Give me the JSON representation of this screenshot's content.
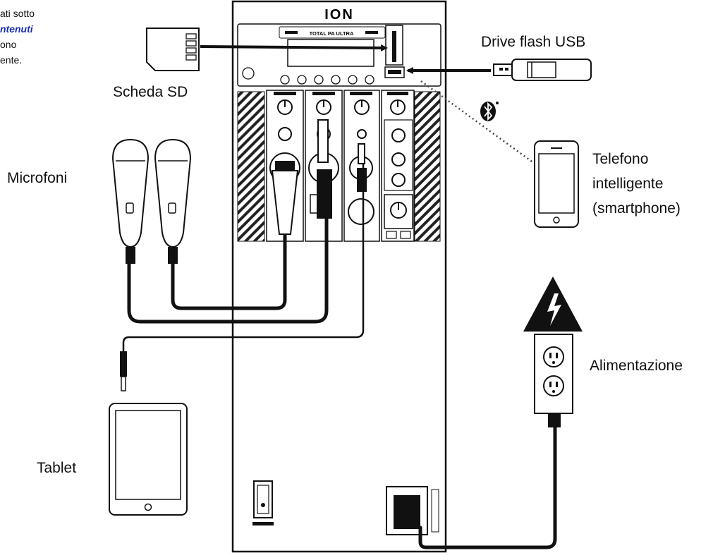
{
  "intro": {
    "line1": "ati sotto",
    "line2": "ntenuti",
    "line3": "ono",
    "line4": "ente."
  },
  "device": {
    "brand": "ION",
    "model_badge": "TOTAL PA ULTRA"
  },
  "labels": {
    "sd_card": "Scheda SD",
    "usb_drive": "Drive flash USB",
    "microphones": "Microfoni",
    "smartphone_line1": "Telefono",
    "smartphone_line2": "intelligente",
    "smartphone_line3": "(smartphone)",
    "tablet": "Tablet",
    "power": "Alimentazione"
  },
  "colors": {
    "ink": "#111111",
    "accent_text": "#1a2fb5"
  },
  "icons": [
    "sd-card-icon",
    "usb-drive-icon",
    "bluetooth-icon",
    "smartphone-icon",
    "microphone-icon",
    "tablet-icon",
    "power-outlet-icon",
    "high-voltage-warning-icon"
  ]
}
